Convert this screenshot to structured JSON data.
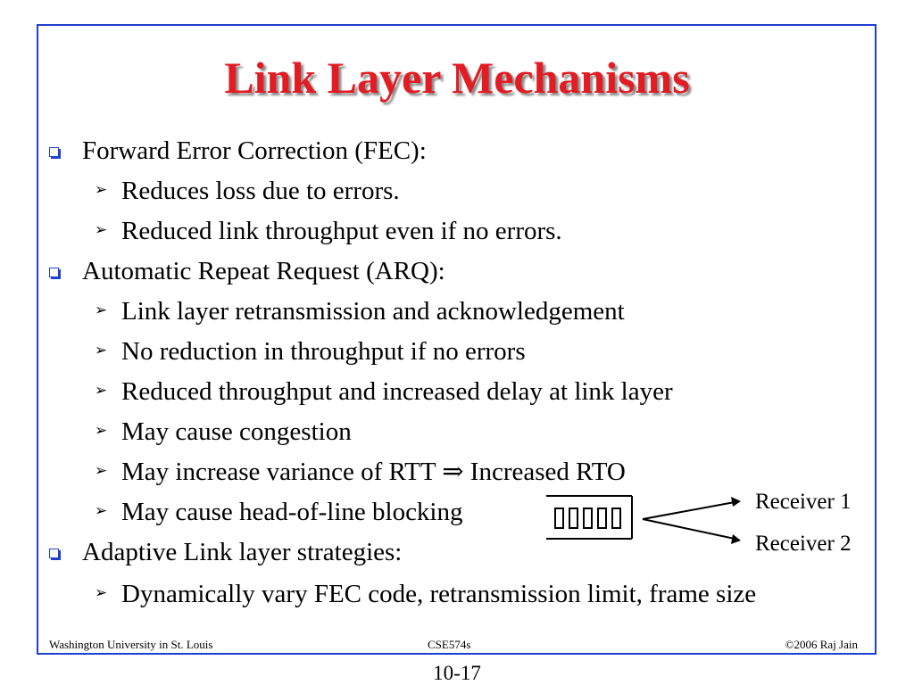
{
  "slide": {
    "title": "Link Layer Mechanisms",
    "accent_color": "#e31b23",
    "frame_color": "#1f3fd0"
  },
  "bullets": [
    {
      "text": "Forward Error Correction (FEC):",
      "icon": "square-bullet-icon",
      "sub": [
        "Reduces loss due to errors.",
        "Reduced link throughput even if no errors."
      ]
    },
    {
      "text": "Automatic Repeat Request (ARQ):",
      "icon": "square-bullet-icon",
      "sub": [
        "Link layer retransmission and acknowledgement",
        "No reduction in throughput if no errors",
        "Reduced throughput and increased delay at link layer",
        "May cause congestion",
        "May increase variance of RTT ⇒ Increased RTO",
        "May cause head-of-line blocking"
      ]
    },
    {
      "text": "Adaptive Link layer strategies:",
      "icon": "square-bullet-icon",
      "sub": [
        "Dynamically vary FEC code, retransmission limit, frame size"
      ]
    }
  ],
  "sub_bullet_icon": "arrowhead-bullet-icon",
  "diagram": {
    "receiver1": "Receiver 1",
    "receiver2": "Receiver 2",
    "queue_slots": 5
  },
  "footer": {
    "left": "Washington University in St. Louis",
    "center": "CSE574s",
    "right": "©2006 Raj Jain",
    "page": "10-17"
  }
}
